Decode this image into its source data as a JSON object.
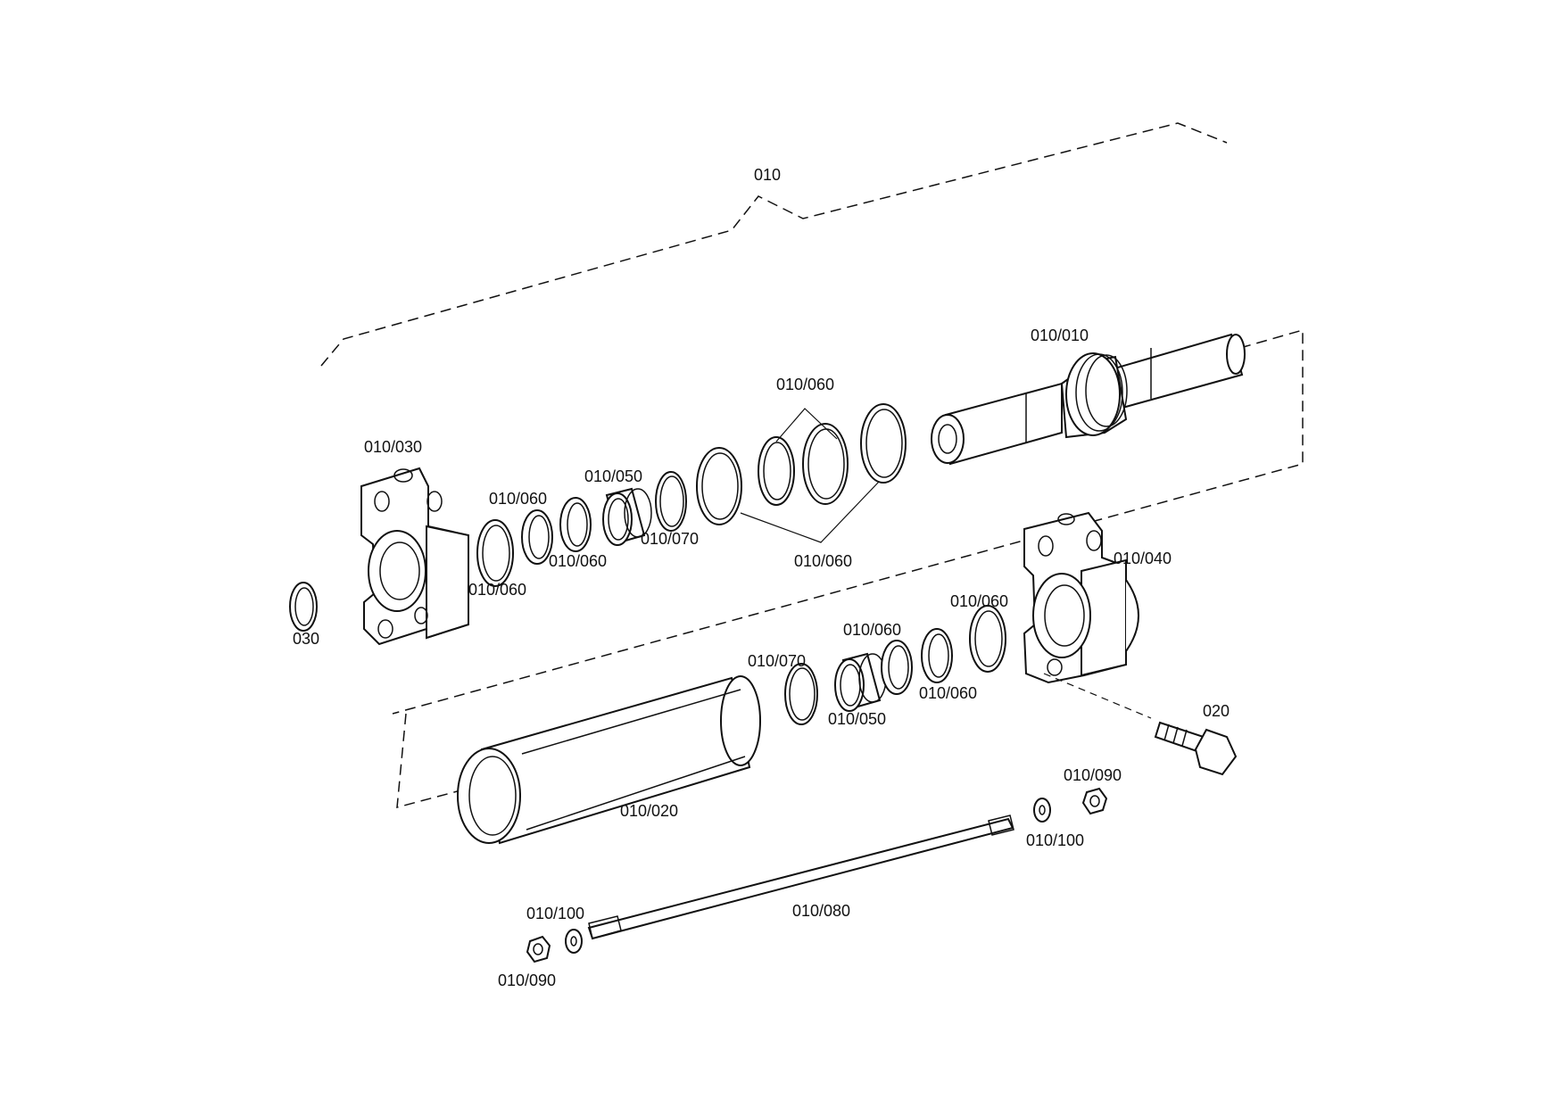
{
  "diagram": {
    "labels": {
      "l010": "010",
      "l010_010": "010/010",
      "l010_060_top": "010/060",
      "l010_030": "010/030",
      "l010_050_a": "010/050",
      "l010_060_a": "010/060",
      "l010_060_b": "010/060",
      "l010_060_c": "010/060",
      "l010_070_a": "010/070",
      "l010_060_mid": "010/060",
      "l030": "030",
      "l010_040": "010/040",
      "l010_060_d": "010/060",
      "l010_060_e": "010/060",
      "l010_070_b": "010/070",
      "l010_060_f": "010/060",
      "l010_050_b": "010/050",
      "l020": "020",
      "l010_020": "010/020",
      "l010_090_a": "010/090",
      "l010_100_a": "010/100",
      "l010_080": "010/080",
      "l010_100_b": "010/100",
      "l010_090_b": "010/090"
    }
  }
}
